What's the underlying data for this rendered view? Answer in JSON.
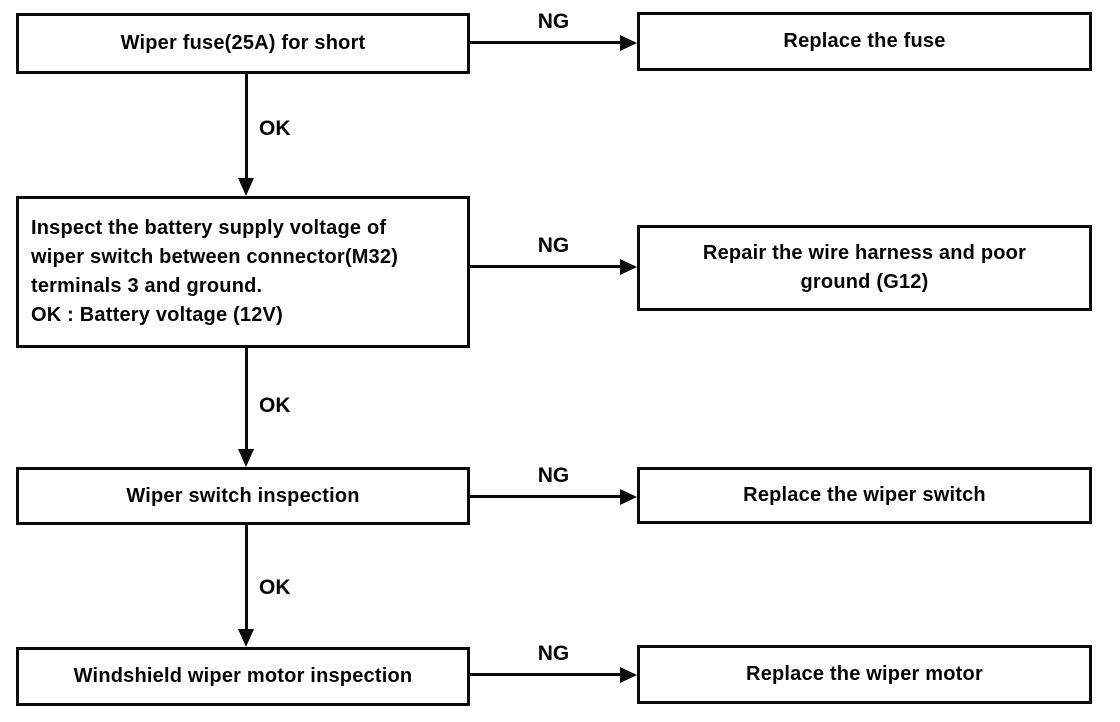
{
  "colors": {
    "ink": "#0a0a0a",
    "background": "#ffffff"
  },
  "flow": {
    "description": "Windshield wiper troubleshooting flowchart",
    "edge_labels": {
      "pass": "OK",
      "fail": "NG"
    },
    "rows": [
      {
        "step": {
          "text": "Wiper fuse(25A) for short"
        },
        "ng_label": "NG",
        "result": {
          "text": "Replace the fuse"
        }
      },
      {
        "step": {
          "text": "Inspect the battery supply voltage of\nwiper switch between connector(M32)\nterminals 3 and ground.\nOK : Battery voltage (12V)"
        },
        "ng_label": "NG",
        "result": {
          "text": "Repair the wire harness and poor\nground (G12)"
        }
      },
      {
        "step": {
          "text": "Wiper switch inspection"
        },
        "ng_label": "NG",
        "result": {
          "text": "Replace the wiper switch"
        }
      },
      {
        "step": {
          "text": "Windshield wiper motor inspection"
        },
        "ng_label": "NG",
        "result": {
          "text": "Replace the wiper motor"
        }
      }
    ],
    "ok_labels": [
      "OK",
      "OK",
      "OK"
    ]
  }
}
